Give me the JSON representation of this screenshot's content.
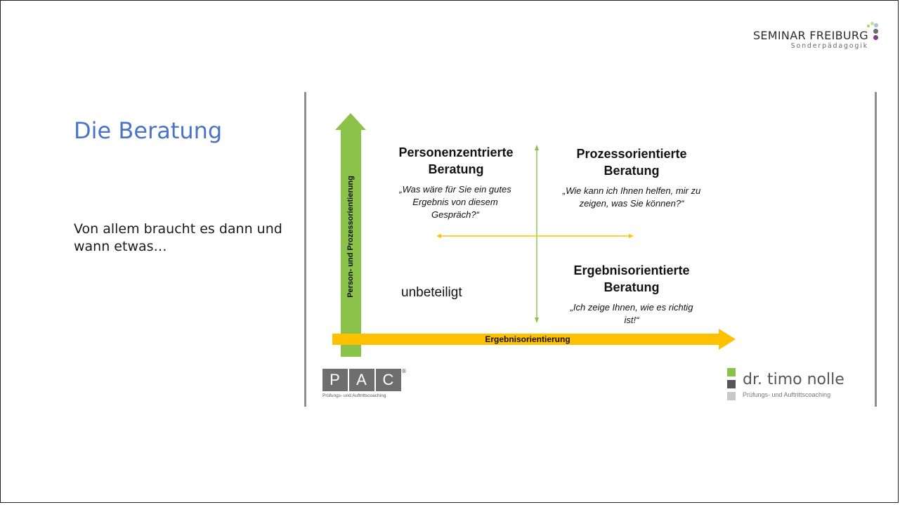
{
  "brand": {
    "name": "SEMINAR FREIBURG",
    "subtitle": "Sonderpädagogik"
  },
  "slide": {
    "title": "Die Beratung",
    "body": "Von allem braucht es dann und wann etwas…"
  },
  "diagram": {
    "x_axis_label": "Ergebnisorientierung",
    "y_axis_label": "Person- und Prozessorientierung",
    "quadrants": {
      "top_left": {
        "title": "Personenzentrierte Beratung",
        "quote": "„Was wäre für Sie ein gutes Ergebnis von diesem Gespräch?“"
      },
      "top_right": {
        "title": "Prozessorientierte Beratung",
        "quote": "„Wie kann ich Ihnen helfen, mir zu zeigen, was Sie können?“"
      },
      "bottom_right": {
        "title": "Ergebnisorientierte Beratung",
        "quote": "„Ich zeige Ihnen, wie es richtig ist!“"
      },
      "bottom_left": {
        "label": "unbeteiligt"
      }
    }
  },
  "logos": {
    "pac": {
      "letters": [
        "P",
        "A",
        "C"
      ],
      "registered": "®",
      "subtitle": "Prüfungs- und Auftrittscoaching"
    },
    "timo_nolle": {
      "name": "dr. timo nolle",
      "subtitle": "Prüfungs- und Auftrittscoaching"
    }
  },
  "colors": {
    "title_blue": "#4a74c4",
    "green_arrow": "#8bc34a",
    "yellow_arrow": "#ffc000",
    "dot_green": "#b5cf6a",
    "dot_blue": "#a8c4e0",
    "dot_gray": "#8a8a8a",
    "dot_purple": "#7b3f8c"
  }
}
